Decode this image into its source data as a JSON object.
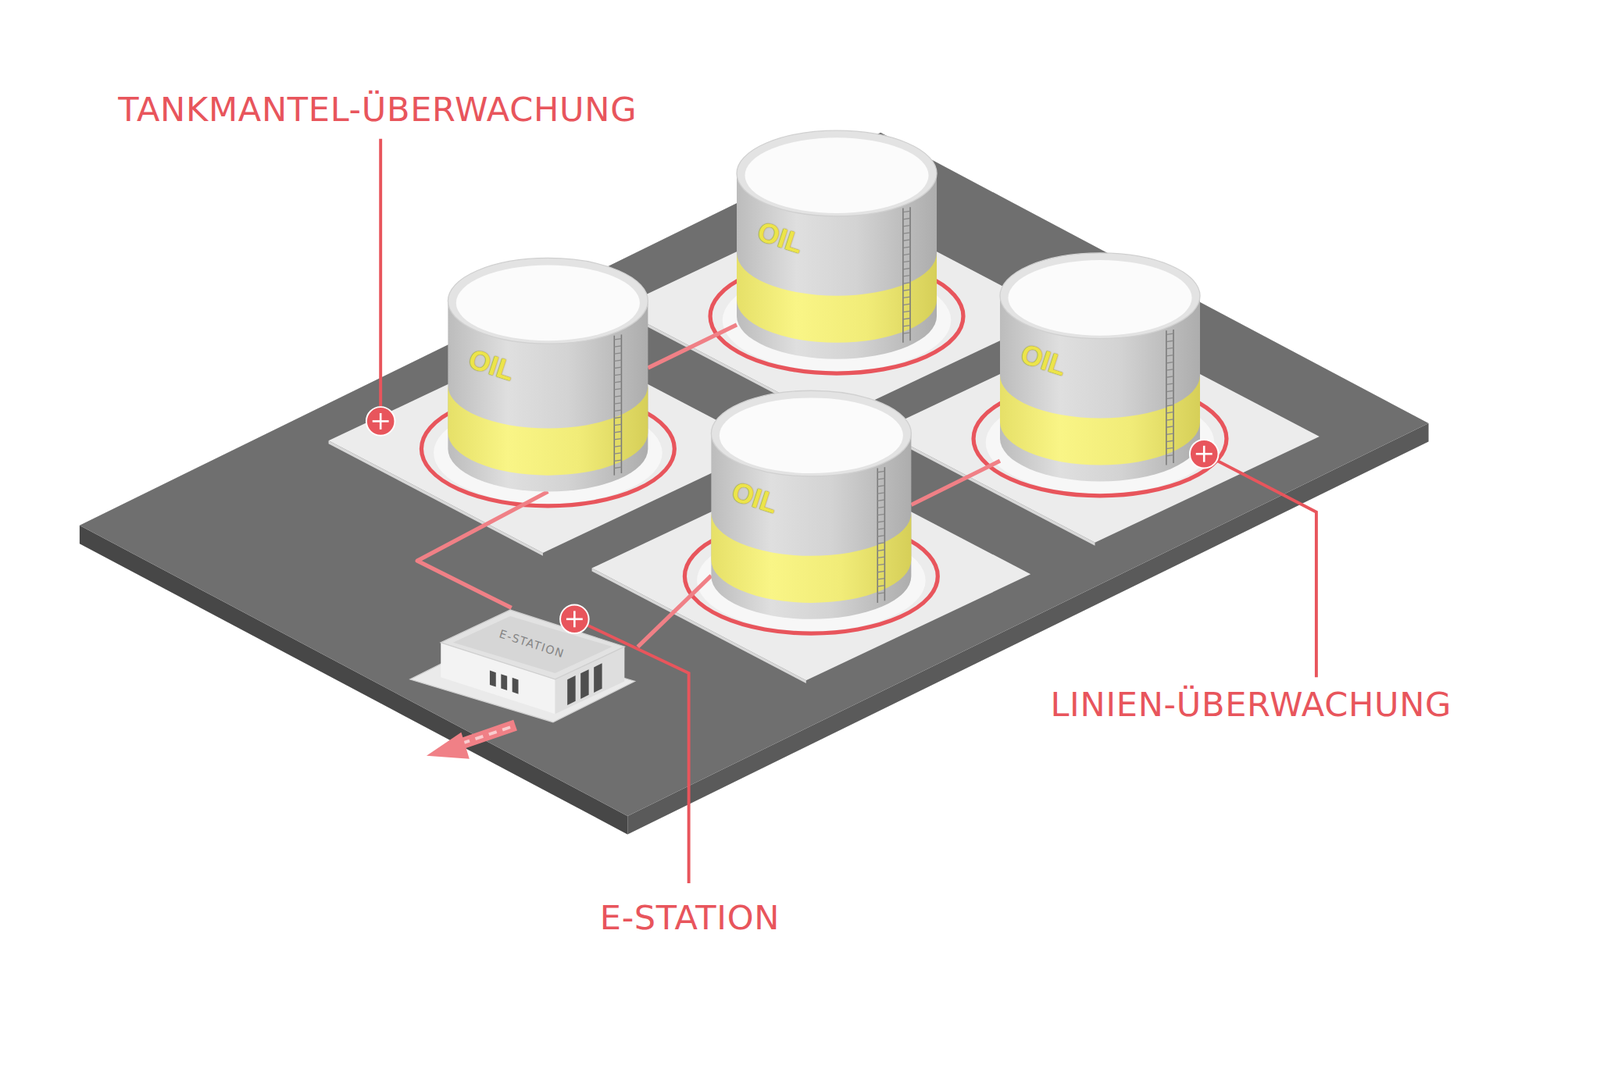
{
  "diagram": {
    "nodes": [
      {
        "text": [
          "OIL"
        ]
      },
      {
        "text": [
          "OIL"
        ]
      },
      {
        "text": [
          "OIL"
        ]
      },
      {
        "text": [
          "OIL"
        ]
      },
      {
        "text": [
          "E-STATION"
        ]
      }
    ],
    "edges": [
      {
        "from": 1,
        "to": 0,
        "arrow": "none"
      },
      {
        "from": 4,
        "to": 1,
        "arrow": "none"
      },
      {
        "from": 4,
        "to": 3,
        "arrow": "none"
      },
      {
        "from": 3,
        "to": 2,
        "arrow": "none"
      }
    ],
    "labels": [
      "TANKMANTEL-ÜBERWACHUNG",
      "E-STATION",
      "LINIEN-ÜBERWACHUNG"
    ]
  }
}
